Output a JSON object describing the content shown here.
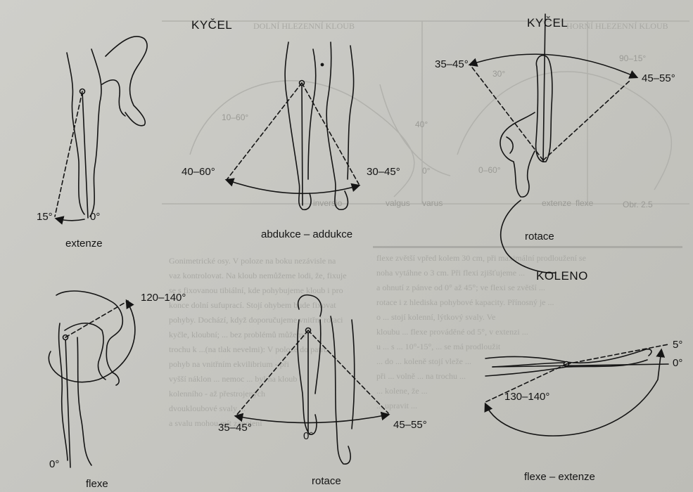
{
  "background_headers": {
    "left": "DOLNÍ HLEZENNÍ KLOUB",
    "right": "HORNÍ HLEZENNÍ KLOUB"
  },
  "background_page_text": [
    "Gonimetrické osy. V poloze na boku nezávisle na",
    "vaz kontrolovat. Na kloub nemůžeme lodi, že, fixuje",
    "se s fixovanou tibiální, kde pohybujeme kloub i pro",
    "konce dolní sufuprací. Stojí ohybem bude fixovat",
    "pohyby. Dochází, když doporučujeme vnitřní rotaci",
    "kyčle, kloubní; ... bez problémů můžeme",
    "trochu k ...(na tlak nevelmi): V poloze do patru",
    "pohyb na vnitřním ekvilibrium - při",
    "vyšší náklon ... nemoc ... byl na kloub",
    "kolenního - až přestrojených",
    "dvoukloubové svaly ...",
    "a svalu mohou mít zapojení"
  ],
  "background_page_text_right": [
    "flexe zvětší vpřed kolem 30 cm, při maximální prodloužení se",
    "noha vytáhne o 3 cm. Při flexi zjišťujeme ...",
    "a ohnutí z pánve od 0° až 45°; ve flexi se zvětší ...",
    "rotace i z hlediska pohybové kapacity. Přínosný je ...",
    "o ... stojí kolenní, lýtkový svaly. Ve",
    "kloubu ... flexe prováděné od 5°, v extenzi ...",
    "u ... s ... 10°-15°, ... se má prodloužit",
    "... do ... koleně stojí vleže ...",
    "při ... volně ... na trochu ...",
    "... kolene, že ...",
    "... upravit ..."
  ],
  "hip_extension": {
    "angle_left": "15°",
    "angle_right": "0°",
    "caption": "extenze"
  },
  "hip_abduction": {
    "title": "KYČEL",
    "angle_left": "40–60°",
    "angle_right": "30–45°",
    "caption": "abdukce – addukce"
  },
  "hip_rotation_top": {
    "title": "KYČEL",
    "angle_left": "35–45°",
    "angle_right": "45–55°",
    "caption": "rotace"
  },
  "knee": {
    "title": "KOLENO",
    "angle_top": "5°",
    "angle_zero": "0°",
    "angle_bottom": "130–140°",
    "caption": "flexe – extenze"
  },
  "hip_flexion": {
    "angle_top": "120–140°",
    "angle_zero": "0°",
    "caption": "flexe"
  },
  "hip_rotation_bottom": {
    "angle_left": "35–45°",
    "angle_zero": "0°",
    "angle_right": "45–55°",
    "caption": "rotace"
  },
  "background_chart_labels": {
    "a": "90–15°",
    "b": "10–60°",
    "c": "40°",
    "d": "0–60°",
    "e": "30°",
    "f": "inversio",
    "g": "0°",
    "h": "extenze",
    "i": "flexe",
    "j": "valgus",
    "k": "varus",
    "l": "Obr. 2.5"
  },
  "colors": {
    "ink": "#141414",
    "paper": "#c9c9c4",
    "faint": "#a9a9a4"
  }
}
